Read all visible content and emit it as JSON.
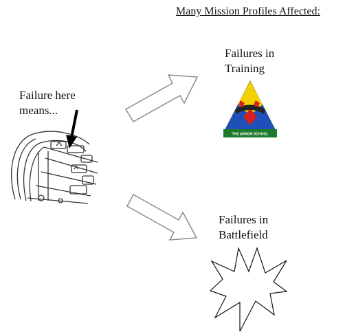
{
  "heading": "Many Mission Profiles Affected:",
  "left_label": [
    "Failure here",
    "means..."
  ],
  "training_label": [
    "Failures in",
    "Training"
  ],
  "battlefield_label": [
    "Failures in",
    "Battlefield"
  ],
  "emblem_text": "THE ARMOR SCHOOL",
  "icons": {
    "wheel": "track-wheel-sprocket-illustration",
    "emblem": "armor-school-emblem",
    "burst": "explosion-burst-icon"
  },
  "colors": {
    "emblem_yellow": "#f3d000",
    "emblem_blue": "#1f4fb8",
    "emblem_red": "#d42020",
    "emblem_banner": "#1c7a2a",
    "arrow_stroke": "#8a8a8a"
  }
}
